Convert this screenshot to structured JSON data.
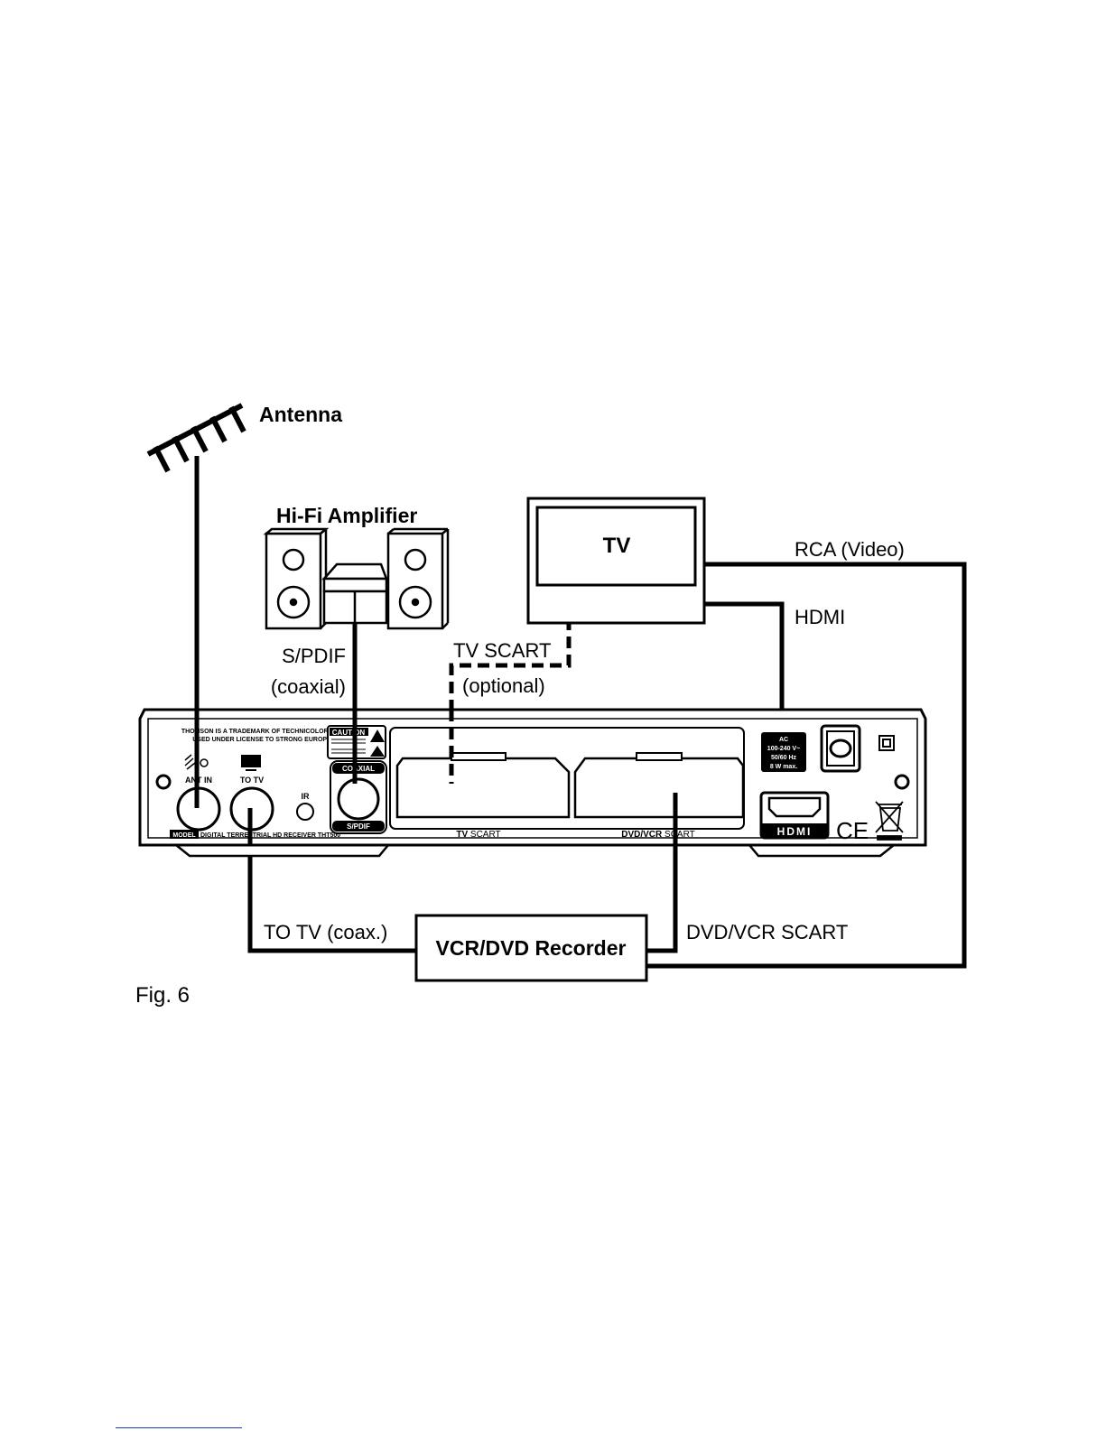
{
  "labels": {
    "antenna": "Antenna",
    "hifi": "Hi-Fi Amplifier",
    "tv": "TV",
    "rca_video": "RCA (Video)",
    "hdmi": "HDMI",
    "spdif_line1": "S/PDIF",
    "spdif_line2": "(coaxial)",
    "tvscart_line1": "TV SCART",
    "tvscart_line2": "(optional)",
    "to_tv_coax": "TO TV (coax.)",
    "vcr_dvd_recorder": "VCR/DVD Recorder",
    "dvd_vcr_scart": "DVD/VCR SCART",
    "fig": "Fig. 6"
  },
  "panel": {
    "trademark_line1": "THOMSON IS A TRADEMARK OF TECHNICOLOR S.A.",
    "trademark_line2": "USED UNDER LICENSE TO STRONG EUROPE",
    "antenna_port": "ANT IN",
    "to_tv_port": "TO TV",
    "ir_port": "IR",
    "caution": "CAUTION",
    "coaxial": "COAXIAL",
    "spdif": "S/PDIF",
    "model_badge": "MODEL",
    "model_text": "DIGITAL TERRESTRIAL HD RECEIVER THT500",
    "tv_scart_bold": "TV",
    "tv_scart_rest": " SCART",
    "dvd_scart_bold": "DVD/VCR",
    "dvd_scart_rest": " SCART",
    "power_line1": "AC",
    "power_line2": "100-240 V~",
    "power_line3": "50/60 Hz",
    "power_line4": "8 W max.",
    "hdmi_logo": "HDMI",
    "ce_mark": "CE"
  },
  "colors": {
    "ink": "#000000",
    "paper": "#ffffff",
    "footer_link": "#1a3fb8"
  }
}
